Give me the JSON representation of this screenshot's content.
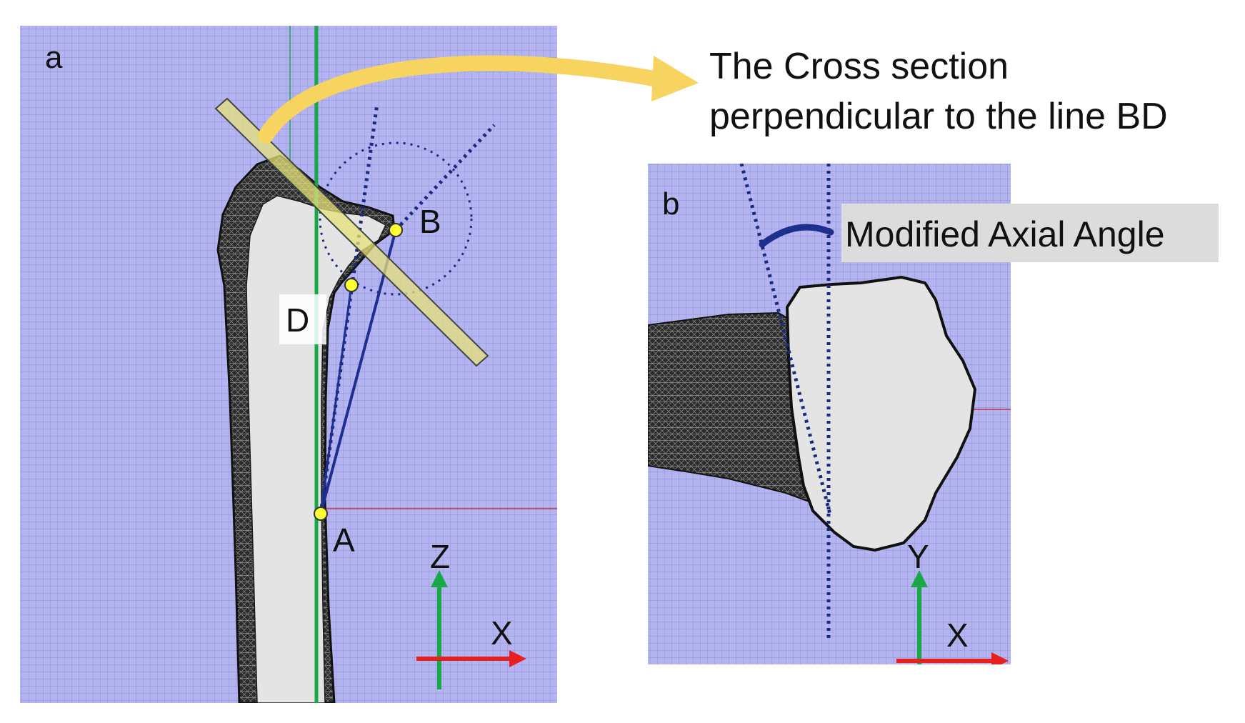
{
  "panel_a": {
    "letter": "a"
  },
  "panel_b": {
    "letter": "b"
  },
  "points": {
    "a": "A",
    "b": "B",
    "d": "D"
  },
  "axes_a": {
    "vertical": "Z",
    "horizontal": "X"
  },
  "axes_b": {
    "vertical": "Y",
    "horizontal": "X"
  },
  "caption": {
    "line1": "The Cross section",
    "line2": "perpendicular to the line BD"
  },
  "angle_label": "Modified Axial Angle",
  "colors": {
    "grid_background": "#b4b5f0",
    "grid_line": "#8f90d8",
    "bone_outline": "#1a1a1a",
    "bone_fill": "#e4e4e4",
    "cortex_texture": "#2b2b2b",
    "green_axis": "#18a84a",
    "red_axis": "#e81f1f",
    "dotted_line": "#1a2a80",
    "solid_line": "#1f2f8f",
    "plane_fill": "#e7e27a",
    "arrow_yellow": "#f7d460",
    "point_fill": "#ffff33",
    "label_box": "#dcdcdc"
  },
  "icons": {
    "arrow": "curved-arrow",
    "angle": "angle-arc"
  }
}
